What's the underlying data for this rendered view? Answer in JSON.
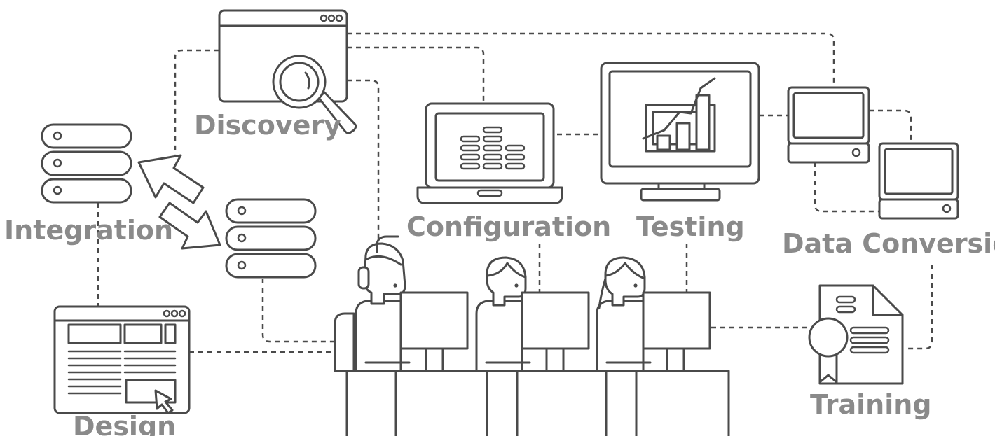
{
  "labels": {
    "discovery": "Discovery",
    "integration": "Integration",
    "configuration": "Configuration",
    "testing": "Testing",
    "data_conversion": "Data Conversion",
    "design": "Design",
    "training": "Training"
  },
  "colors": {
    "line": "#4a4a4a",
    "label": "#8a8a8a",
    "background": "#ffffff"
  },
  "icons": {
    "discovery": "browser-window-magnifier-icon",
    "integration": "database-stack-icon",
    "configuration": "laptop-icon",
    "testing": "monitor-chart-icon",
    "data_conversion": "desktop-computers-icon",
    "design": "wireframe-window-icon",
    "training": "certificate-icon"
  }
}
